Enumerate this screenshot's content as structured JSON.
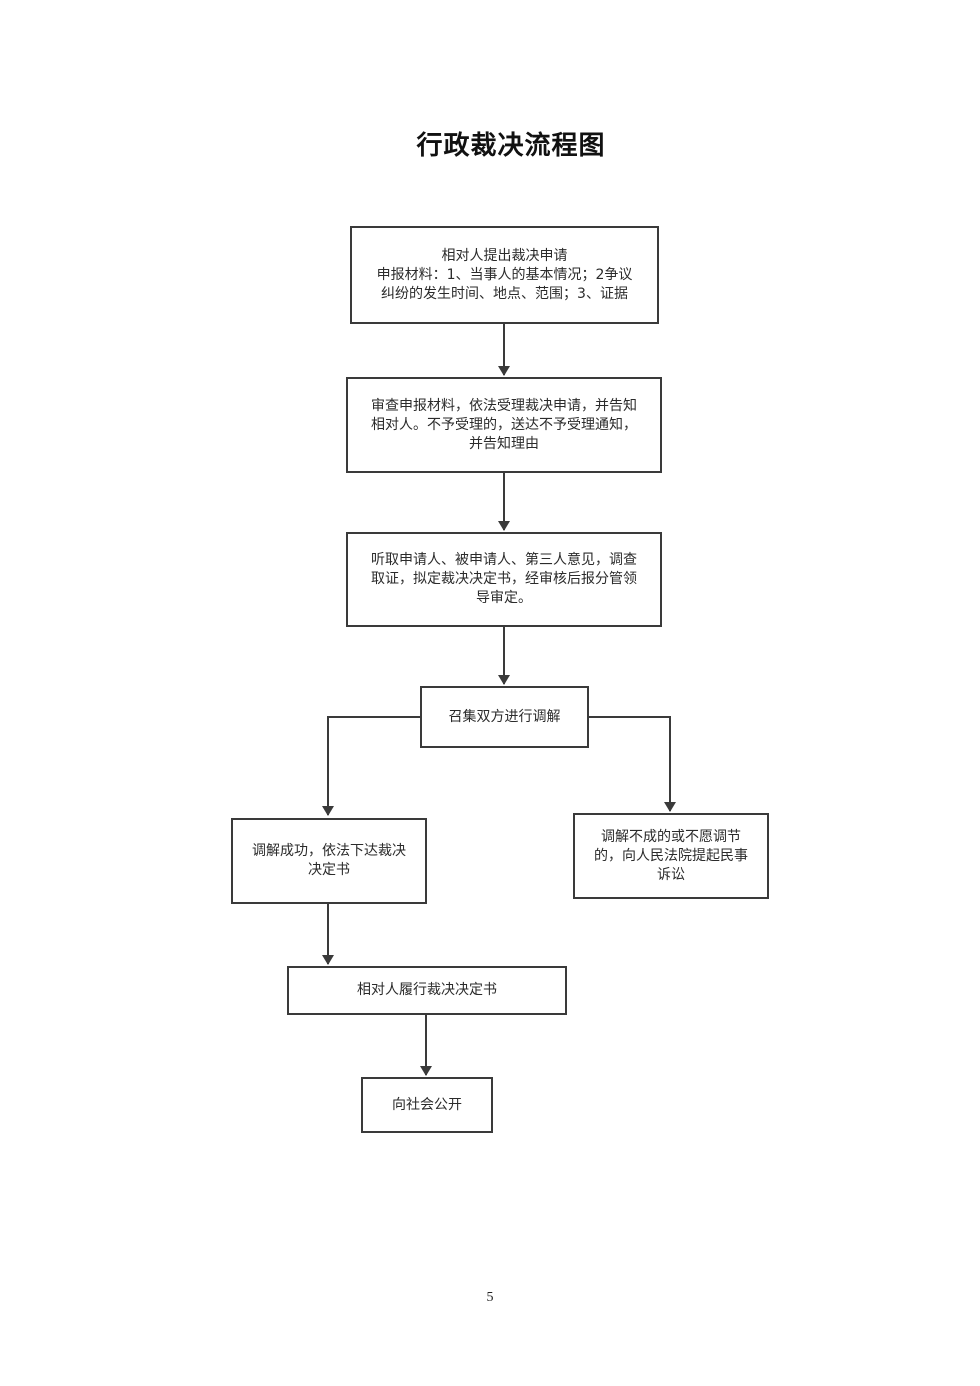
{
  "title": "行政裁决流程图",
  "steps": {
    "apply": {
      "lines": [
        "相对人提出裁决申请",
        "申报材料：1、当事人的基本情况；2争议",
        "纠纷的发生时间、地点、范围；3、证据"
      ]
    },
    "review": {
      "lines": [
        "审查申报材料，依法受理裁决申请，并告知",
        "相对人。不予受理的，送达不予受理通知，",
        "并告知理由"
      ]
    },
    "hearing": {
      "lines": [
        "听取申请人、被申请人、第三人意见，调查",
        "取证，拟定裁决决定书，经审核后报分管领",
        "导审定。"
      ]
    },
    "mediation": {
      "lines": [
        "召集双方进行调解"
      ]
    },
    "success": {
      "lines": [
        "调解成功，依法下达裁决",
        "决定书"
      ]
    },
    "failure": {
      "lines": [
        "调解不成的或不愿调节",
        "的，向人民法院提起民事",
        "诉讼"
      ]
    },
    "perform": {
      "lines": [
        "相对人履行裁决决定书"
      ]
    },
    "publish": {
      "lines": [
        "向社会公开"
      ]
    }
  },
  "page_number": "5"
}
